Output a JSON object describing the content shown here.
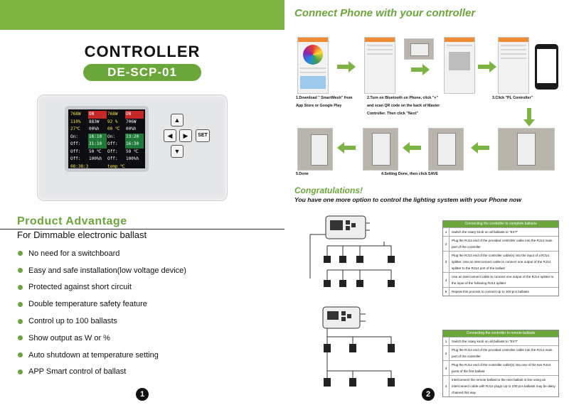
{
  "left": {
    "title": "CONTROLLER",
    "model": "DE-SCP-01",
    "screen": {
      "rows": [
        [
          [
            "768W",
            "y"
          ],
          [
            "ON",
            "r"
          ],
          [
            "768W",
            "y"
          ],
          [
            "ON",
            "r"
          ]
        ],
        [
          [
            "110%",
            "y"
          ],
          [
            "883W",
            "w"
          ],
          [
            "92 %",
            "y"
          ],
          [
            "706W",
            "w"
          ]
        ],
        [
          [
            "27℃",
            "y"
          ],
          [
            "00%h",
            "w"
          ],
          [
            "00 ℃",
            "y"
          ],
          [
            "00%h",
            "w"
          ]
        ],
        [
          [
            "On:",
            "w"
          ],
          [
            "16:10",
            "hl"
          ],
          [
            "On:",
            "w"
          ],
          [
            "13:20",
            "hl"
          ]
        ],
        [
          [
            "Off:",
            "w"
          ],
          [
            "31:10",
            "hl"
          ],
          [
            "Off:",
            "w"
          ],
          [
            "16:30",
            "hl"
          ]
        ],
        [
          [
            "Off:",
            "w"
          ],
          [
            "50 ℃",
            "w"
          ],
          [
            "Off:",
            "w"
          ],
          [
            "50 ℃",
            "w"
          ]
        ],
        [
          [
            "Off:",
            "w"
          ],
          [
            "100%h",
            "w"
          ],
          [
            "Off:",
            "w"
          ],
          [
            "100%h",
            "w"
          ]
        ],
        [
          [
            "08:38:33",
            "y"
          ],
          [
            "",
            "w"
          ],
          [
            "temp ℃",
            "y"
          ],
          [
            "",
            "w"
          ]
        ]
      ]
    },
    "buttons": {
      "set": "SET",
      "up": "▲",
      "down": "▼",
      "left": "◀",
      "right": "▶"
    },
    "section_title": "Product  Advantage",
    "subtitle": "For Dimmable electronic ballast",
    "features": [
      "No need for a switchboard",
      "Easy and safe installation(low voltage device)",
      "Protected against short circuit",
      "Double temperature safety feature",
      "Control up to 100 ballasts",
      "Show output as W or %",
      "Auto shutdown at temperature setting",
      "APP Smart control of ballast"
    ],
    "page_number": "1"
  },
  "right": {
    "title": "Connect Phone with your controller",
    "captions": {
      "c1a": "1.Download \" SmartMesh\" from",
      "c1b": "App Store or Google Play",
      "c2a": "2.Turn on Bluetooth on Phone, click \"+\"",
      "c2b": "and scan QR code on the back of Master",
      "c2c": "Controller. Then click \"Next\"",
      "c3": "3.Click \"PL Controller\"",
      "c4": "4.Setting Done, then click SAVE",
      "c5": "5.Done"
    },
    "congrats": "Congratulations!",
    "congrats_sub": "You have one more option to control the lighting system with your Phone now",
    "table1": {
      "head": "Connecting the controller to complete ballasts",
      "rows": [
        [
          "1",
          "Switch the rotary knob on all ballasts to \"EXT\""
        ],
        [
          "2",
          "Plug the RJ14 end of the provided controller cable into the RJ14 main port of the controller"
        ],
        [
          "3",
          "Plug the RJ14 end of the controller cable(s) into the input of a RJ14 splitter. Use an interconnect cable to connect one output of the RJ14 splitter to the RJ14 port of the ballast"
        ],
        [
          "4",
          "Use an interconnect cable to connect one output of the RJ14 splitter to the input of the following RJ14 splitter"
        ],
        [
          "5",
          "Repeat this process to connect up to 100 pcs ballasts"
        ]
      ]
    },
    "table2": {
      "head": "Connecting the controller to remote ballasts",
      "rows": [
        [
          "1",
          "Switch the rotary knob on all ballasts to \"EXT\""
        ],
        [
          "2",
          "Plug the RJ14 end of the provided controller cable into the RJ14 main port of the controller"
        ],
        [
          "3",
          "Plug the RJ14 end of the controller cable(s) into one of the two RJ14 ports of the first ballast"
        ],
        [
          "4",
          "Interconnect the remote ballast to the next ballast in line using an interconnect cable with RJ14 plugs Up to 100 pcs ballasts may be daisy chained this way"
        ]
      ]
    },
    "page_number": "2"
  },
  "colors": {
    "accent": "#6aa63a",
    "band": "#7cb342"
  }
}
